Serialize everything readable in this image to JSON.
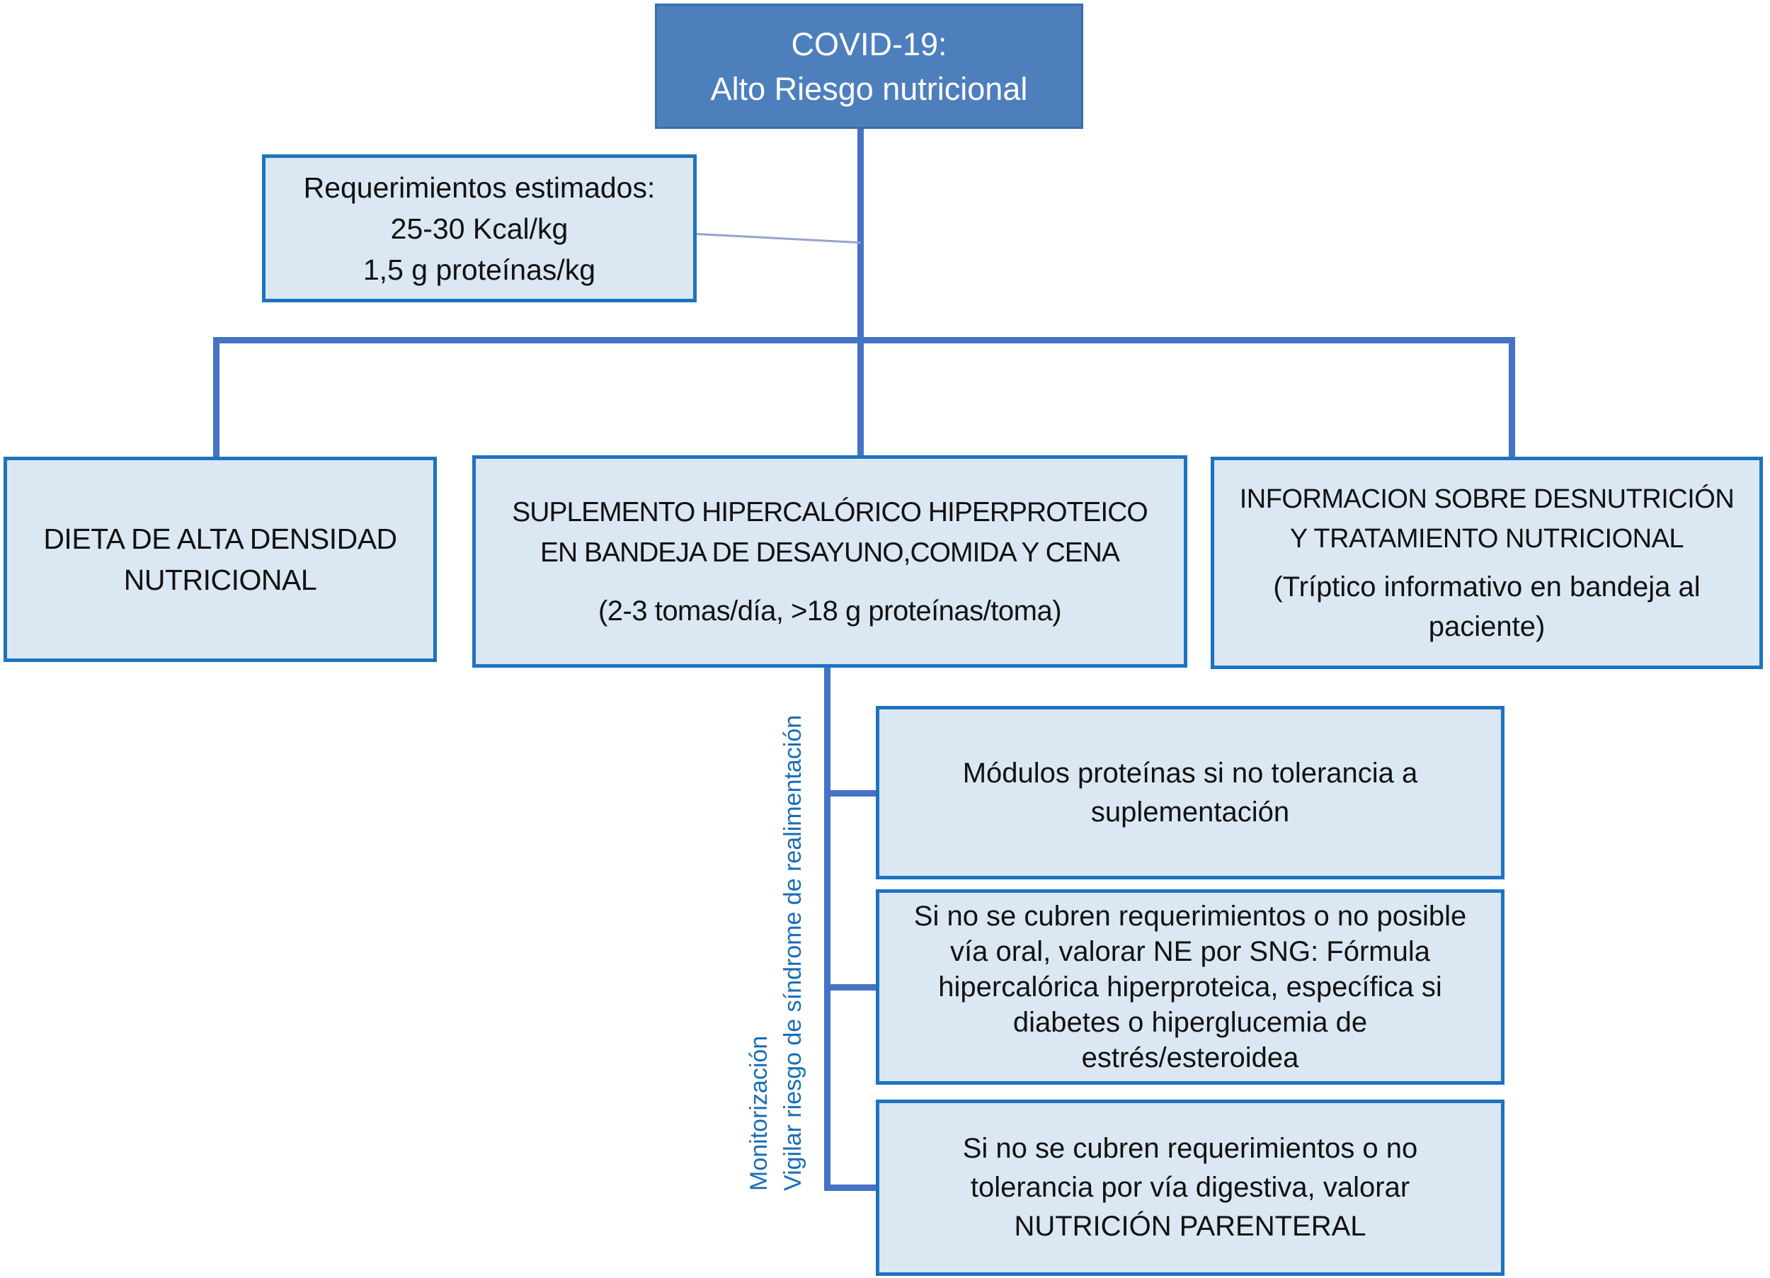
{
  "colors": {
    "title_box_fill": "#4e7fbd",
    "title_box_edge": "#3e6ca8",
    "title_text": "#ffffff",
    "box_fill": "#dbe7f3",
    "box_border": "#1e73bf",
    "connector": "#4472c4",
    "thin_connector": "#98a3ce",
    "monitoring_text": "#1b6db5",
    "body_text": "#111111"
  },
  "title": {
    "line1": "COVID-19:",
    "line2": "Alto Riesgo nutricional"
  },
  "requirements": {
    "line1": "Requerimientos estimados:",
    "line2": "25-30 Kcal/kg",
    "line3": "1,5 g proteínas/kg"
  },
  "branches": {
    "left": {
      "text": "DIETA DE ALTA DENSIDAD NUTRICIONAL"
    },
    "middle": {
      "title_line1": "SUPLEMENTO HIPERCALÓRICO HIPERPROTEICO",
      "title_line2": "EN BANDEJA DE DESAYUNO,COMIDA Y CENA",
      "subtitle": "(2-3 tomas/día, >18 g proteínas/toma)"
    },
    "right": {
      "title_line1": "INFORMACION SOBRE DESNUTRICIÓN",
      "title_line2": "Y TRATAMIENTO NUTRICIONAL",
      "subtitle": "(Tríptico informativo en bandeja al paciente)"
    }
  },
  "monitoring": {
    "line1": "Monitorización",
    "line2": "Vigilar riesgo de síndrome de realimentación"
  },
  "sub_boxes": [
    {
      "text": "Módulos proteínas si no tolerancia a suplementación"
    },
    {
      "text": "Si no se cubren requerimientos o no posible vía oral, valorar NE por SNG: Fórmula hipercalórica hiperproteica, específica si diabetes o hiperglucemia de estrés/esteroidea"
    },
    {
      "text": "Si no se cubren requerimientos o no tolerancia por vía digestiva, valorar NUTRICIÓN PARENTERAL"
    }
  ]
}
